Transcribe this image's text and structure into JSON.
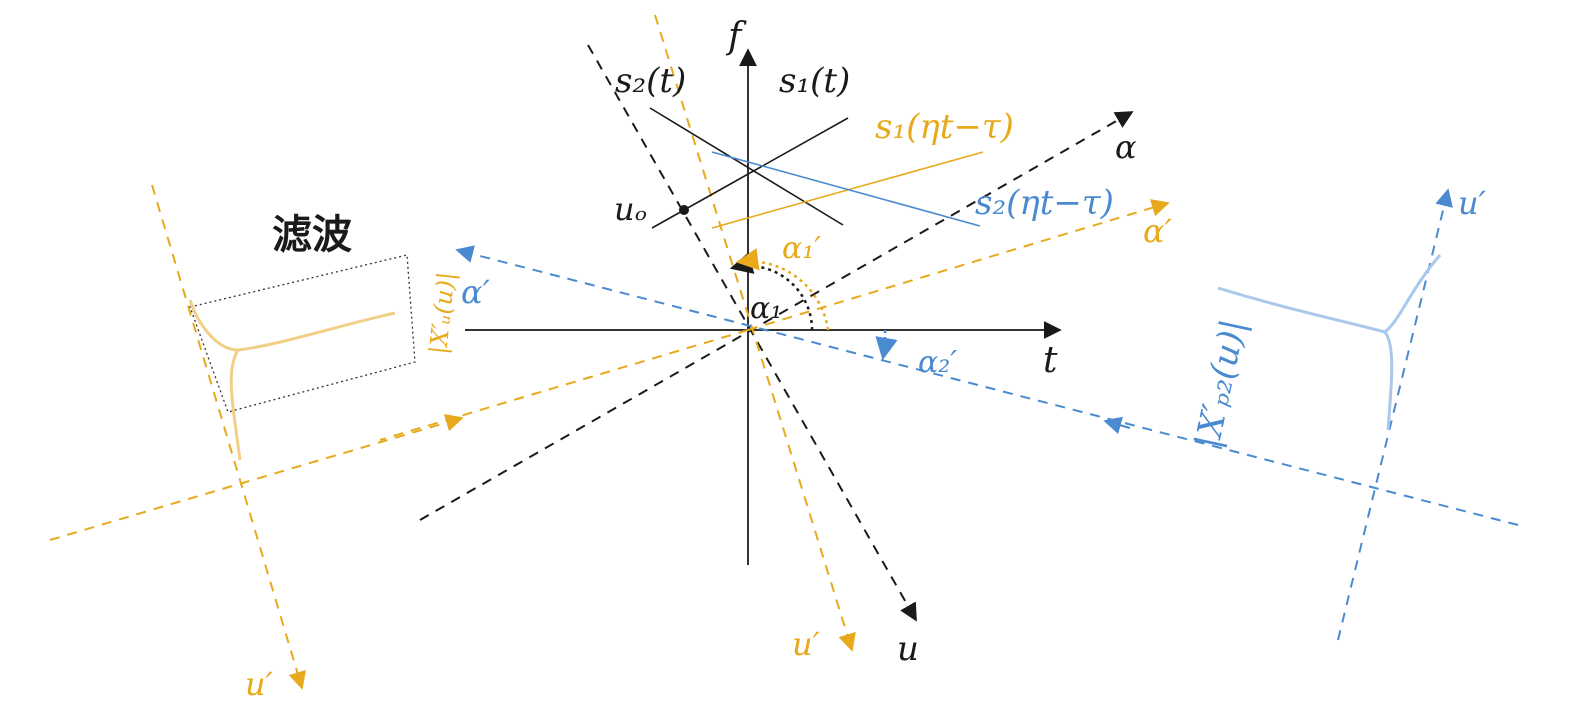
{
  "labels": {
    "f_axis": "f",
    "t_axis": "t",
    "alpha_axis": "α",
    "u_axis": "u",
    "s1": "s₁(t)",
    "s2": "s₂(t)",
    "s1_shift": "s₁(ηt−τ)",
    "s2_shift": "s₂(ηt−τ)",
    "u0": "uₒ",
    "alpha1": "α₁",
    "alpha1_prime": "α₁′",
    "alpha2_prime": "α₂′",
    "alpha_prime_orange": "α′",
    "alpha_prime_blue": "α′",
    "u_prime_orange_center": "u′",
    "u_prime_orange_left": "u′",
    "u_prime_blue_right": "u′",
    "filter": "滤波",
    "xu_left": "|X′ᵤ(u)|",
    "xp2_right": "|X′ₚ₂(u)|"
  },
  "colors": {
    "black": "#1a1a1a",
    "orange": "#e8a91c",
    "blue": "#4a8ad0",
    "orange_light": "#f1cf86",
    "blue_light": "#a9c8ea"
  }
}
